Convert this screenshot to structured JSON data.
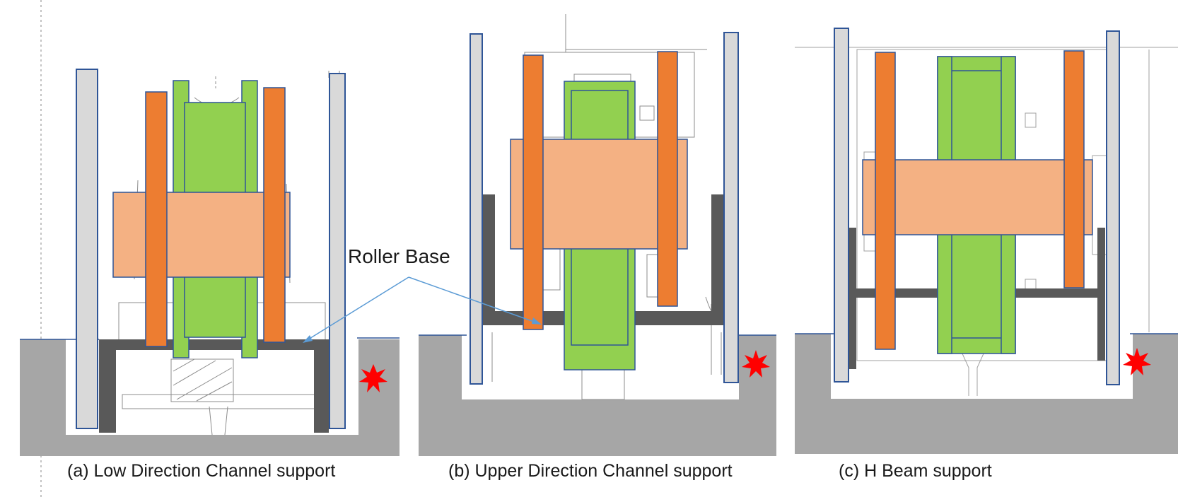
{
  "captions": {
    "a": "(a) Low Direction Channel support",
    "b": "(b) Upper Direction Channel support",
    "c": "(c) H Beam support"
  },
  "annotation": {
    "roller_base": "Roller Base"
  },
  "colors": {
    "ground": "#a6a6a6",
    "rail_plate": "#d9d9d9",
    "plate_outline": "#2f5597",
    "orange_plate": "#ed7d31",
    "green_wheel": "#92d050",
    "axle_block": "#f4b183",
    "steel_channel": "#595959",
    "impact_marker": "#ff0000",
    "leader_line": "#5b9bd5"
  }
}
